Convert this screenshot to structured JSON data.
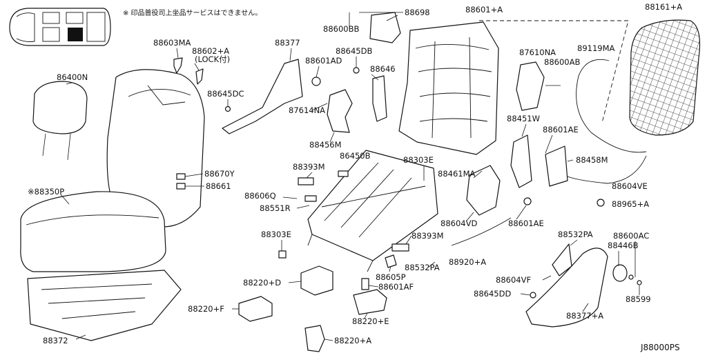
{
  "notice": "※ 印品普役司上坐品サービスはできません。",
  "diagram_code": "J88000PS",
  "parts": {
    "p88161A": "88161+A",
    "p88601A": "88601+A",
    "p88698": "88698",
    "p88600BB": "88600BB",
    "p88603MA": "88603MA",
    "p88602A": "88602+A",
    "p88602A_note": "(LOCK付)",
    "p88377": "88377",
    "p88645DB": "88645DB",
    "p88601AD": "88601AD",
    "p88646": "88646",
    "p87610NA": "87610NA",
    "p88600AB": "88600AB",
    "p89119MA": "89119MA",
    "p86400N": "86400N",
    "p88645DC": "88645DC",
    "p87614NA": "87614NA",
    "p88451W": "88451W",
    "p88601AE_top": "88601AE",
    "p88456M": "88456M",
    "p86450B": "86450B",
    "p88303E_top": "88303E",
    "p88393M_top": "88393M",
    "p88461MA": "88461MA",
    "p88458M": "88458M",
    "p88670Y": "88670Y",
    "p88661": "88661",
    "p88350P": "※88350P",
    "p88606Q": "88606Q",
    "p88604VE": "88604VE",
    "p88965A": "88965+A",
    "p88551R": "88551R",
    "p88604VD": "88604VD",
    "p88601AE_bot": "88601AE",
    "p88303E_bot": "88303E",
    "p88393M_bot": "88393M",
    "p88532PA_top": "88532PA",
    "p88600AC": "88600AC",
    "p88446B": "88446B",
    "p88920A": "88920+A",
    "p88532PA_bot": "88532PA",
    "p88605P": "88605P",
    "p88220D": "88220+D",
    "p88601AF": "88601AF",
    "p88604VF": "88604VF",
    "p88599": "88599",
    "p88645DD": "88645DD",
    "p88220F": "88220+F",
    "p88220E": "88220+E",
    "p88377A": "88377+A",
    "p88372": "88372",
    "p88220A": "88220+A"
  }
}
